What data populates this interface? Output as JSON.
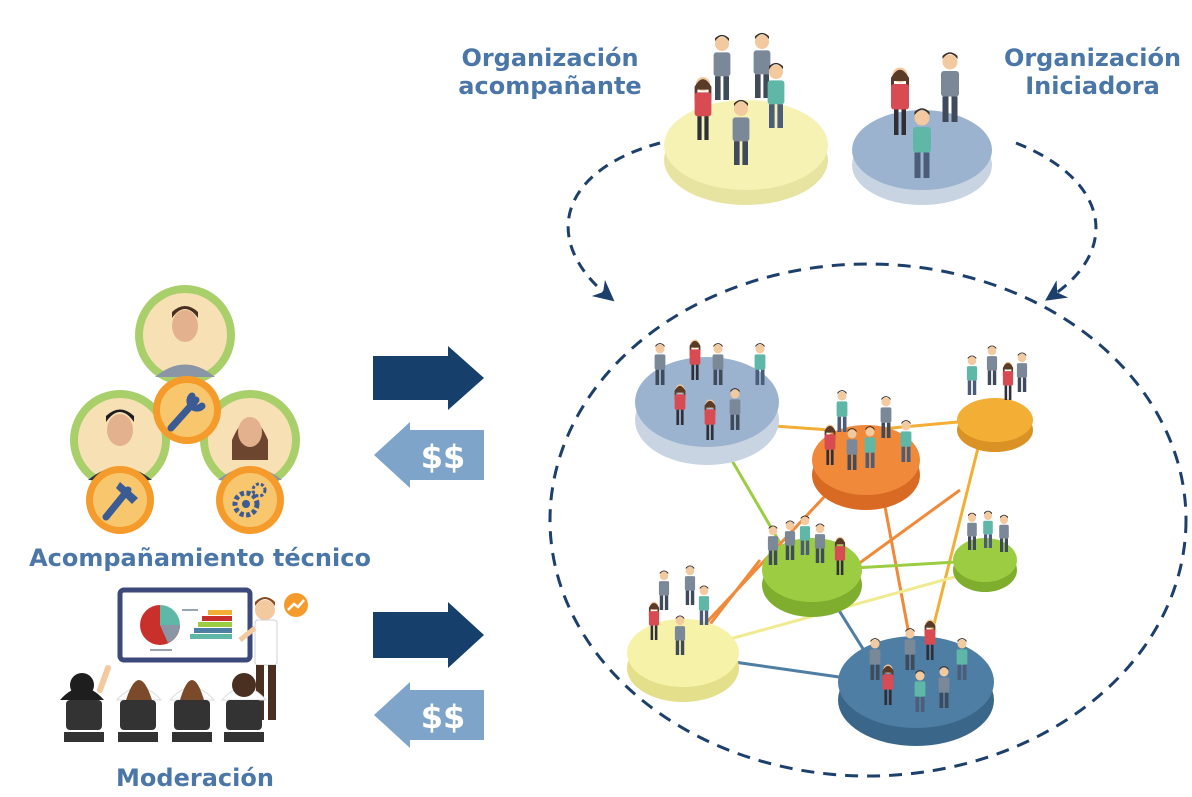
{
  "labels": {
    "org_accompanying": [
      "Organización",
      "acompañante"
    ],
    "org_initiating": [
      "Organización",
      "Iniciadora"
    ],
    "technical_support": "Acompañamiento técnico",
    "moderation": "Moderación"
  },
  "money_symbol": "$$",
  "colors": {
    "label_blue": "#4a76a8",
    "arrow_navy": "#163f6b",
    "arrow_light": "#7ea4c9",
    "dashed": "#1d3f6b",
    "node_blue": "#9bb3cf",
    "node_orange": "#f08a3a",
    "node_yellow_orange": "#f2ae35",
    "node_green": "#9ccc42",
    "node_pale_yellow": "#f6f2a8",
    "node_teal": "#4e7ea4"
  },
  "icons": [
    "wrench-icon",
    "hammer-icon",
    "gear-icon",
    "presentation-board-icon",
    "trend-up-icon"
  ]
}
